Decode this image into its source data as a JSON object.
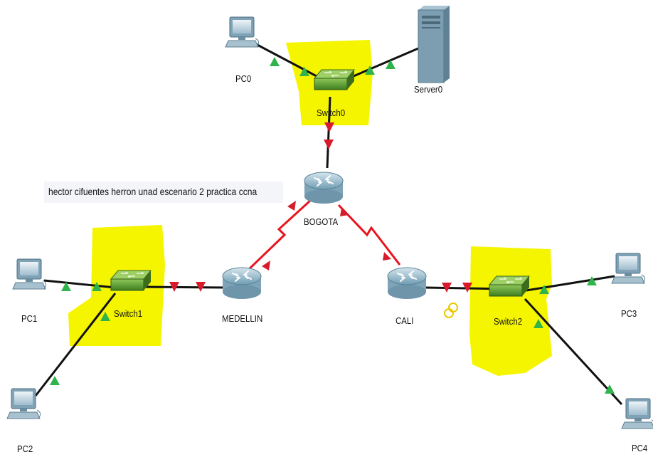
{
  "note": "hector cifuentes herron unad escenario 2 practica ccna",
  "devices": {
    "pc0": "PC0",
    "pc1": "PC1",
    "pc2": "PC2",
    "pc3": "PC3",
    "pc4": "PC4",
    "server0": "Server0",
    "switch0": "Switch0",
    "switch1": "Switch1",
    "switch2": "Switch2",
    "bogota": "BOGOTA",
    "medellin": "MEDELLIN",
    "cali": "CALI"
  },
  "colors": {
    "highlight": "#f6f500",
    "link_up": "#2fb34a",
    "link_down": "#d81b2b",
    "serial_link": "#e8141e",
    "cable": "#111111"
  }
}
